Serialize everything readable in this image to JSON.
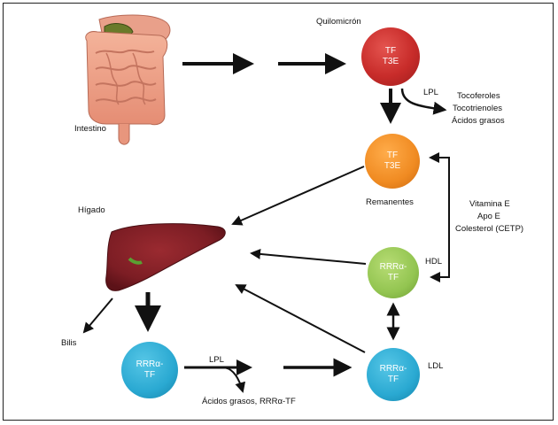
{
  "labels": {
    "intestino": "Intestino",
    "quilomicron": "Quilomicrón",
    "lpl_top": "LPL",
    "tocoferoles": "Tocoferoles",
    "tocotrienoles": "Tocotrienoles",
    "acidos_grasos_top": "Ácidos grasos",
    "remanentes": "Remanentes",
    "higado": "Hígado",
    "vitamina_e": "Vitamina E",
    "apo_e": "Apo E",
    "colesterol": "Colesterol (CETP)",
    "hdl": "HDL",
    "ldl": "LDL",
    "bilis": "Bilis",
    "lpl_bottom": "LPL",
    "acidos_grasos_bottom": "Ácidos grasos, RRRα-TF"
  },
  "nodes": {
    "quilomicron": {
      "line1": "TF",
      "line2": "T3E",
      "color": "#c62b2a"
    },
    "remanentes": {
      "line1": "TF",
      "line2": "T3E",
      "color": "#f08a22"
    },
    "hdl": {
      "line1": "RRRα-",
      "line2": "TF",
      "color": "#93c551"
    },
    "ldl": {
      "line1": "RRRα-",
      "line2": "TF",
      "color": "#2aa9d2"
    },
    "liver_out": {
      "line1": "RRRα-",
      "line2": "TF",
      "color": "#2aa9d2"
    }
  },
  "icons": {
    "intestine": "intestine-icon",
    "liver": "liver-icon"
  }
}
